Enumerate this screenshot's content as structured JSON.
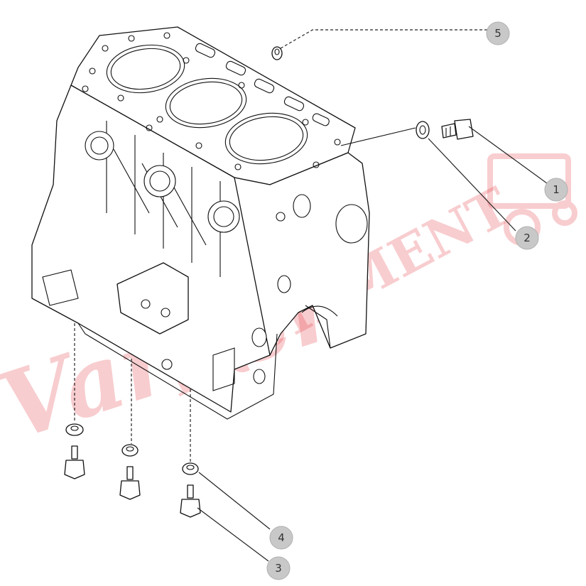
{
  "diagram": {
    "callouts": [
      {
        "id": "c1",
        "label": "1"
      },
      {
        "id": "c2",
        "label": "2"
      },
      {
        "id": "c3",
        "label": "3"
      },
      {
        "id": "c4",
        "label": "4"
      },
      {
        "id": "c5",
        "label": "5"
      }
    ]
  },
  "watermark": {
    "text": "EQUIPMENT",
    "script_text": "Varner",
    "color": "#e0202a"
  }
}
